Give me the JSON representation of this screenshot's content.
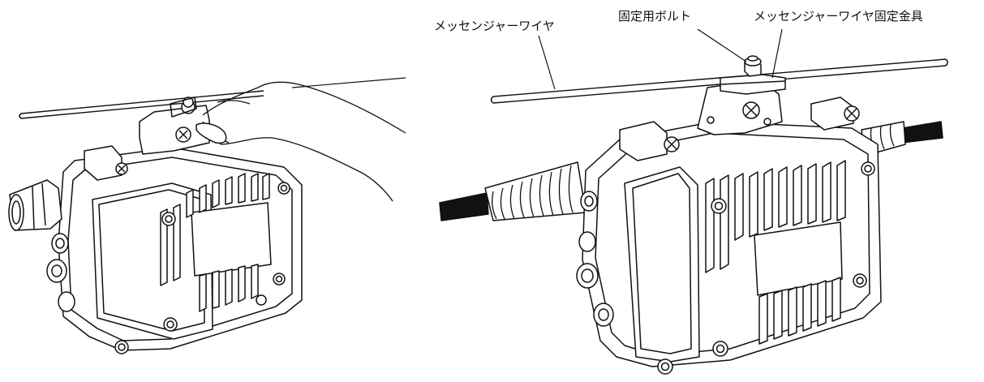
{
  "labels": {
    "messenger_wire": "メッセンジャーワイヤ",
    "fixing_bolt": "固定用ボルト",
    "wire_bracket": "メッセンジャーワイヤ固定金具"
  },
  "colors": {
    "line": "#111111",
    "fill": "#ffffff",
    "cable": "#111111"
  }
}
